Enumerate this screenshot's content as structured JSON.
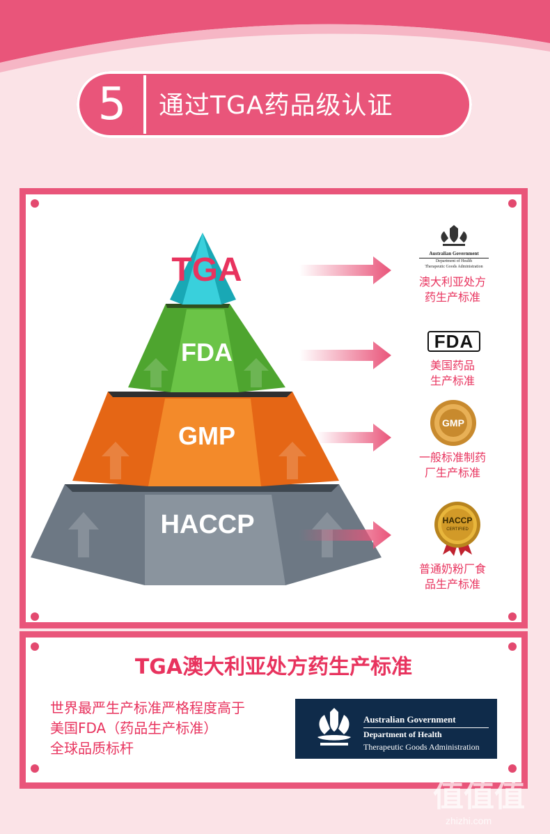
{
  "header": {
    "number": "5",
    "title": "通过TGA药品级认证"
  },
  "pyramid": {
    "levels": [
      {
        "name": "TGA",
        "caption_1": "澳大利亚处方",
        "caption_2": "药生产标准",
        "badge": "australian-government-crest-icon",
        "badge_lines": [
          "Australian Government",
          "Department of Health",
          "Therapeutic Goods Administration"
        ]
      },
      {
        "name": "FDA",
        "caption_1": "美国药品",
        "caption_2": "生产标准",
        "badge": "fda-logo-icon",
        "badge_text": "FDA"
      },
      {
        "name": "GMP",
        "caption_1": "一般标准制药",
        "caption_2": "厂生产标准",
        "badge": "gmp-seal-icon",
        "badge_text": "GMP"
      },
      {
        "name": "HACCP",
        "caption_1": "普通奶粉厂食",
        "caption_2": "品生产标准",
        "badge": "haccp-certified-seal-icon",
        "badge_text": "HACCP",
        "badge_subtext": "CERTIFIED"
      }
    ]
  },
  "standard": {
    "title": "TGA澳大利亚处方药生产标准",
    "desc": [
      "世界最严生产标准严格程度高于",
      "美国FDA（药品生产标准）",
      "全球品质标杆"
    ],
    "gov_logo": {
      "line1": "Australian Government",
      "line2": "Department of Health",
      "line3": "Therapeutic Goods Administration"
    }
  },
  "watermark": {
    "text": "值",
    "sub": "zhizhi.com"
  },
  "colors": {
    "accent": "#e9557a",
    "tga": "#2ec4cf",
    "fda": "#5cb83a",
    "gmp": "#ef7a1e",
    "haccp": "#6d7884",
    "navy": "#0f2b4a"
  }
}
